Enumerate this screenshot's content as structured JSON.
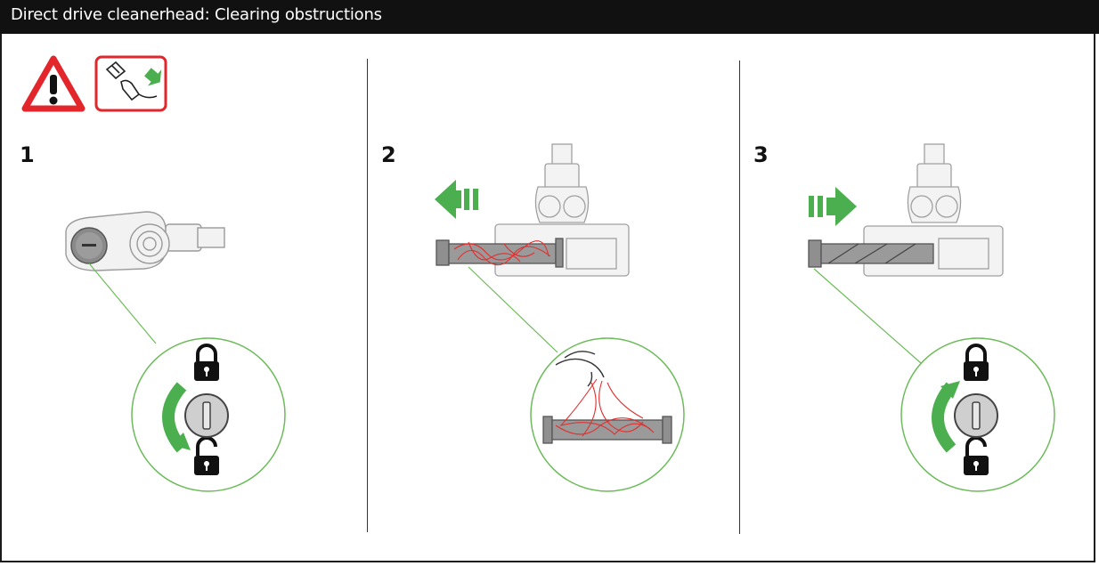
{
  "header": {
    "title": "Direct drive cleanerhead: Clearing obstructions"
  },
  "colors": {
    "header_bg": "#111111",
    "warning_red": "#e3262b",
    "arrow_green": "#4caf4f",
    "callout_green": "#6dbb5a",
    "debris_red": "#e03030",
    "part_grey": "#b5b5b5"
  },
  "steps": [
    {
      "number": "1"
    },
    {
      "number": "2"
    },
    {
      "number": "3"
    }
  ],
  "icons": [
    "warning-triangle-icon",
    "unplug-tool-icon",
    "padlock-locked-icon",
    "padlock-unlocked-icon",
    "arrow-left-icon",
    "arrow-right-icon",
    "rotate-arrow-icon"
  ]
}
